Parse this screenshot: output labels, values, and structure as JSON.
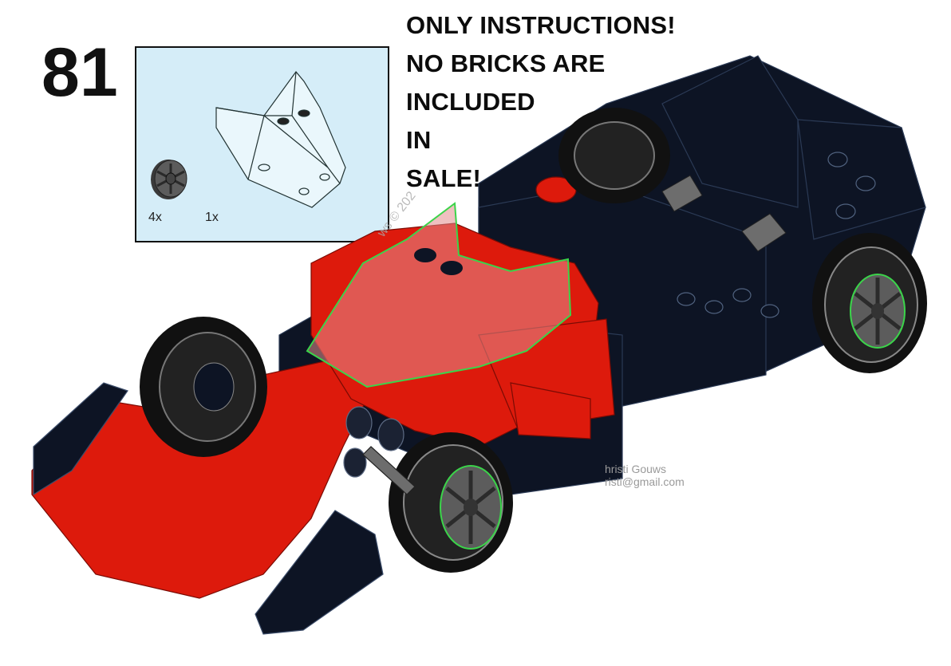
{
  "step": {
    "number": "81"
  },
  "parts_callout": {
    "items": [
      {
        "icon": "wheel-hub-icon",
        "quantity": "4x"
      },
      {
        "icon": "windscreen-icon",
        "quantity": "1x"
      }
    ]
  },
  "notice": {
    "lines": [
      "ONLY INSTRUCTIONS!",
      "NO BRICKS ARE",
      "INCLUDED",
      "IN",
      "SALE!"
    ]
  },
  "credit": {
    "name": "hristi Gouws",
    "email": "risti@gmail.com",
    "watermark": "ws © 202"
  },
  "colors": {
    "callout_bg": "#d5edf8",
    "body_red": "#dd1a0c",
    "body_black": "#0d1424",
    "highlight_green": "#3bd44a",
    "hub_gray": "#5c5c5c"
  }
}
